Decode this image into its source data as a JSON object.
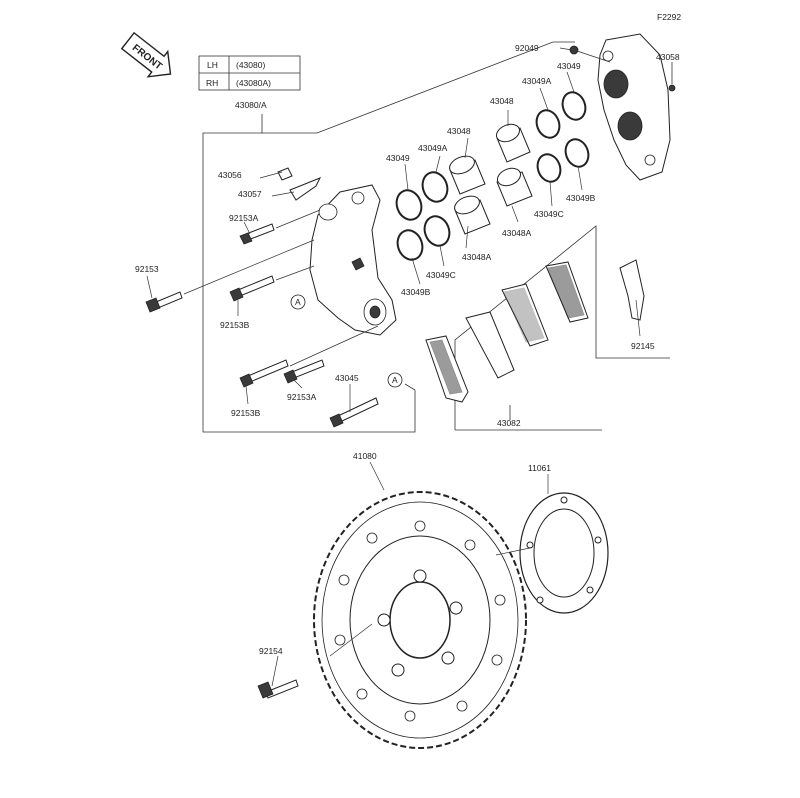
{
  "figure_code": "F2292",
  "front_badge": "FRONT",
  "variant_table": {
    "rows": [
      {
        "side": "LH",
        "code": "(43080)"
      },
      {
        "side": "RH",
        "code": "(43080A)"
      }
    ]
  },
  "ref_circle_letter": "A",
  "parts": {
    "caliper_assy": "43080/A",
    "p92049": "92049",
    "p43058": "43058",
    "p43049_top": "43049",
    "p43049A_top": "43049A",
    "p43048_top": "43048",
    "p43048_mid": "43048",
    "p43049A_mid": "43049A",
    "p43049_left": "43049",
    "p43056": "43056",
    "p43057": "43057",
    "p92153A_top": "92153A",
    "p92153_left": "92153",
    "p92153B_mid": "92153B",
    "p43049B_right": "43049B",
    "p43049C_right": "43049C",
    "p43048A_right": "43048A",
    "p43048A_left": "43048A",
    "p43049C_left": "43049C",
    "p43049B_left": "43049B",
    "p92145": "92145",
    "p43045": "43045",
    "p92153B_bottom": "92153B",
    "p92153A_bottom": "92153A",
    "p43082": "43082",
    "p41080": "41080",
    "p11061": "11061",
    "p92154": "92154"
  }
}
